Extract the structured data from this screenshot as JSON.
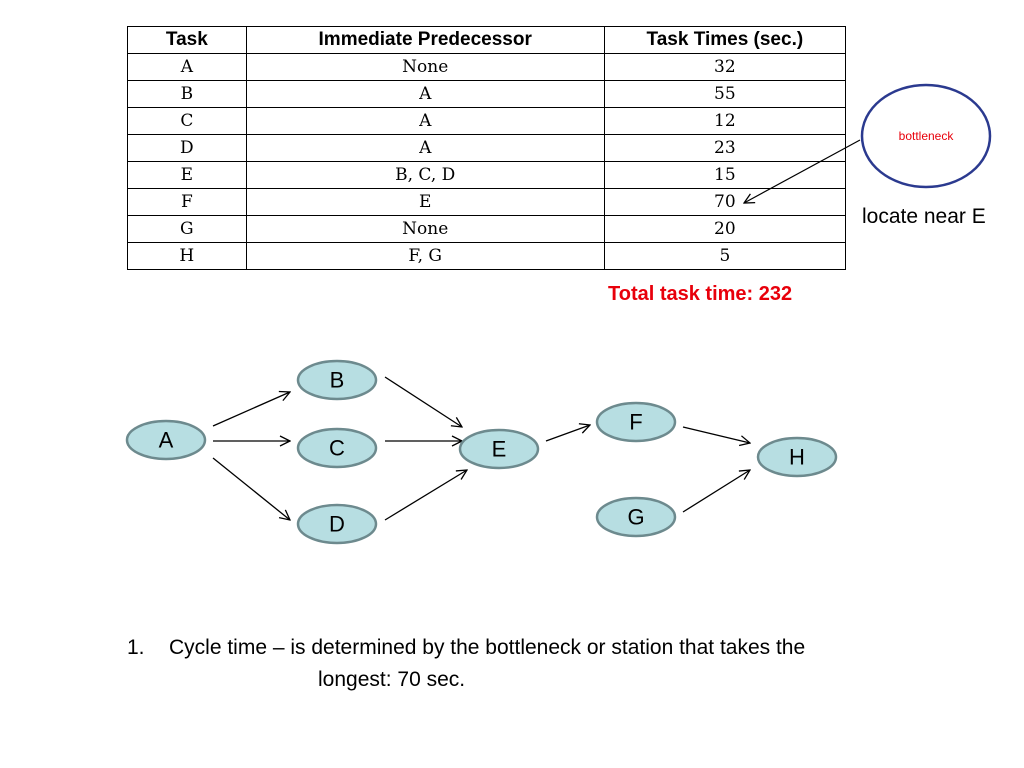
{
  "table": {
    "headers": [
      "Task",
      "Immediate Predecessor",
      "Task Times (sec.)"
    ],
    "rows": [
      [
        "A",
        "None",
        "32"
      ],
      [
        "B",
        "A",
        "55"
      ],
      [
        "C",
        "A",
        "12"
      ],
      [
        "D",
        "A",
        "23"
      ],
      [
        "E",
        "B, C, D",
        "15"
      ],
      [
        "F",
        "E",
        "70"
      ],
      [
        "G",
        "None",
        "20"
      ],
      [
        "H",
        "F, G",
        "5"
      ]
    ]
  },
  "total_label": "Total task time: 232",
  "callout": {
    "circle_text": "bottleneck",
    "label": "locate near E"
  },
  "nodes": [
    "A",
    "B",
    "C",
    "D",
    "E",
    "F",
    "G",
    "H"
  ],
  "colors": {
    "node_fill": "#b7dee2",
    "node_stroke": "#6d8a8e",
    "accent_red": "#e8000b",
    "callout_stroke": "#2b3a8f"
  },
  "note": {
    "number": "1.",
    "line1": "Cycle time – is determined by the bottleneck or station that takes the",
    "line2": "longest:  70 sec."
  }
}
